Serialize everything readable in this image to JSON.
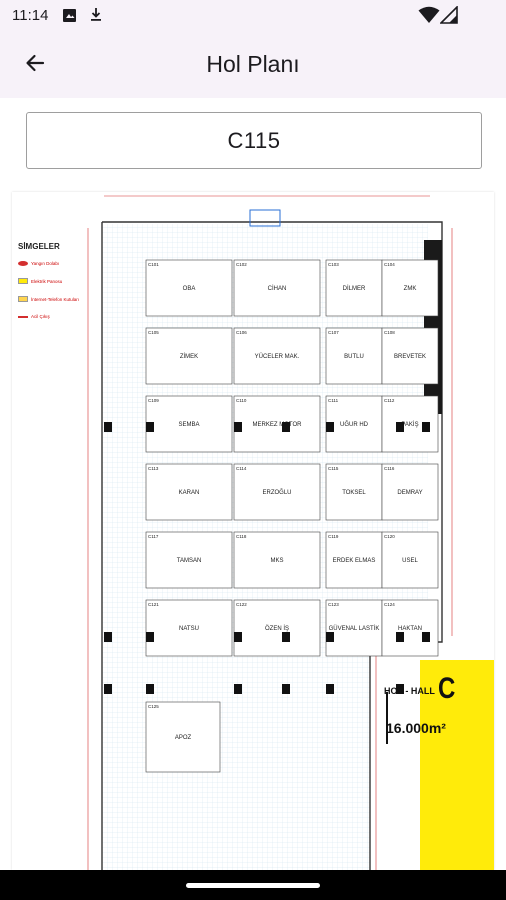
{
  "status_bar": {
    "time": "11:14",
    "left_icons": [
      "image-icon",
      "download-icon"
    ],
    "right_icons": [
      "wifi-icon",
      "signal-icon"
    ]
  },
  "app_bar": {
    "title": "Hol Planı",
    "back_icon": "arrow-left-icon"
  },
  "stand": {
    "value": "C115"
  },
  "floor_plan": {
    "legend": {
      "title": "SİMGELER",
      "items": [
        {
          "label": "Yangın Dolabı",
          "color": "#d32f2f"
        },
        {
          "label": "Elektrik Panosu",
          "color": "#ffeb0a"
        },
        {
          "label": "İnternet-Telefon Kutuları",
          "color": "#ffd54f"
        },
        {
          "label": "Acil Çıkış",
          "color": "#d32f2f"
        }
      ]
    },
    "hall": {
      "label": "HOL - HALL",
      "letter": "C",
      "area": "16.000m²"
    },
    "accent_color": "#ffeb0a",
    "stands": [
      {
        "code": "C101",
        "name": "OBA"
      },
      {
        "code": "C102",
        "name": "CİHAN"
      },
      {
        "code": "C103",
        "name": "DİLMER"
      },
      {
        "code": "C104",
        "name": "ZMK"
      },
      {
        "code": "C105",
        "name": "ZİMEK"
      },
      {
        "code": "C106",
        "name": "YÜCELER MAK."
      },
      {
        "code": "C107",
        "name": "BUTLU"
      },
      {
        "code": "C108",
        "name": "BREVETEK"
      },
      {
        "code": "C109",
        "name": "SEMBA"
      },
      {
        "code": "C110",
        "name": "MERKEZ MOTOR"
      },
      {
        "code": "C111",
        "name": "UĞUR HD"
      },
      {
        "code": "C112",
        "name": "PAKİŞ"
      },
      {
        "code": "C113",
        "name": "KARAN"
      },
      {
        "code": "C114",
        "name": "ERZOĞLU"
      },
      {
        "code": "C115",
        "name": "TOKSEL"
      },
      {
        "code": "C116",
        "name": "DEMRAY"
      },
      {
        "code": "C117",
        "name": "TAMSAN"
      },
      {
        "code": "C118",
        "name": "MKS"
      },
      {
        "code": "C119",
        "name": "ERDEK ELMAS"
      },
      {
        "code": "C120",
        "name": "USEL"
      },
      {
        "code": "C121",
        "name": "NATSU"
      },
      {
        "code": "C122",
        "name": "ÖZEN İŞ"
      },
      {
        "code": "C123",
        "name": "GÜVENAL LASTİK"
      },
      {
        "code": "C124",
        "name": "HAKTAN"
      },
      {
        "code": "C125",
        "name": "APOZ"
      }
    ]
  }
}
